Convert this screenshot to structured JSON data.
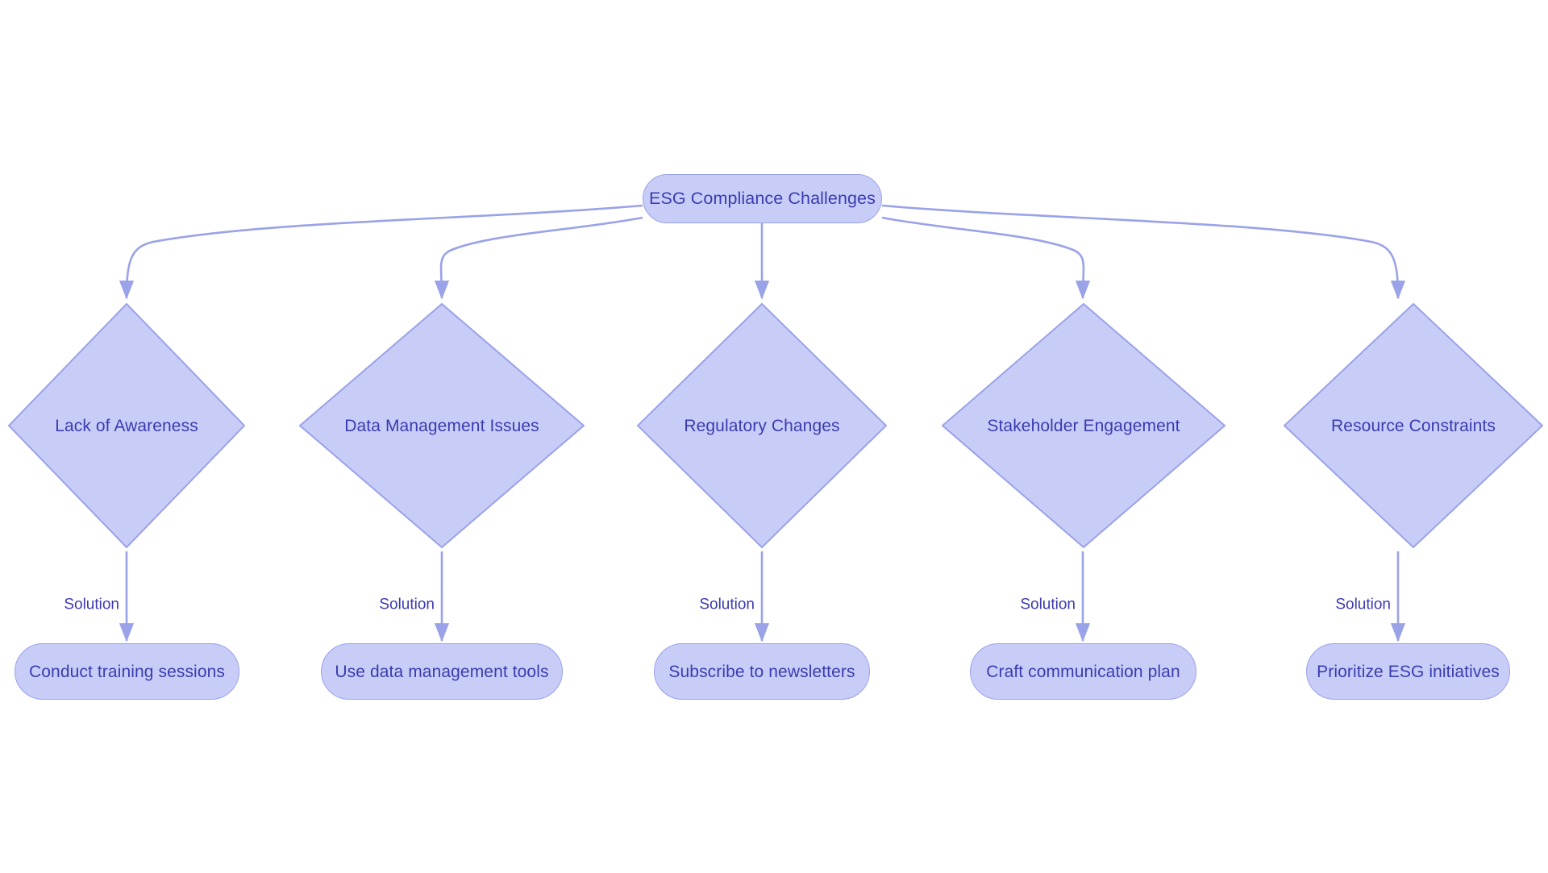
{
  "diagram": {
    "type": "flowchart",
    "title": "ESG Compliance Challenges",
    "background_color": "#ffffff",
    "node_fill_color": "#c8cdf8",
    "node_stroke_color": "#9aa2e8",
    "text_color": "#3b3bb0",
    "edge_color": "#9aa2e8"
  },
  "root": {
    "id": "esg-compliance-challenges",
    "label": "ESG Compliance Challenges",
    "shape": "stadium"
  },
  "challenges": [
    {
      "id": "lack-of-awareness",
      "label": "Lack of Awareness",
      "shape": "diamond"
    },
    {
      "id": "data-management-issues",
      "label": "Data Management Issues",
      "shape": "diamond"
    },
    {
      "id": "regulatory-changes",
      "label": "Regulatory Changes",
      "shape": "diamond"
    },
    {
      "id": "stakeholder-engagement",
      "label": "Stakeholder Engagement",
      "shape": "diamond"
    },
    {
      "id": "resource-constraints",
      "label": "Resource Constraints",
      "shape": "diamond"
    }
  ],
  "solutions": [
    {
      "id": "conduct-training-sessions",
      "label": "Conduct training sessions",
      "shape": "stadium"
    },
    {
      "id": "use-data-management-tools",
      "label": "Use data management tools",
      "shape": "stadium"
    },
    {
      "id": "subscribe-to-newsletters",
      "label": "Subscribe to newsletters",
      "shape": "stadium"
    },
    {
      "id": "craft-communication-plan",
      "label": "Craft communication plan",
      "shape": "stadium"
    },
    {
      "id": "prioritize-esg-initiatives",
      "label": "Prioritize ESG initiatives",
      "shape": "stadium"
    }
  ],
  "edge_labels": {
    "solution": "Solution"
  },
  "edges": [
    {
      "from": "esg-compliance-challenges",
      "to": "lack-of-awareness",
      "label": ""
    },
    {
      "from": "esg-compliance-challenges",
      "to": "data-management-issues",
      "label": ""
    },
    {
      "from": "esg-compliance-challenges",
      "to": "regulatory-changes",
      "label": ""
    },
    {
      "from": "esg-compliance-challenges",
      "to": "stakeholder-engagement",
      "label": ""
    },
    {
      "from": "esg-compliance-challenges",
      "to": "resource-constraints",
      "label": ""
    },
    {
      "from": "lack-of-awareness",
      "to": "conduct-training-sessions",
      "label": "Solution"
    },
    {
      "from": "data-management-issues",
      "to": "use-data-management-tools",
      "label": "Solution"
    },
    {
      "from": "regulatory-changes",
      "to": "subscribe-to-newsletters",
      "label": "Solution"
    },
    {
      "from": "stakeholder-engagement",
      "to": "craft-communication-plan",
      "label": "Solution"
    },
    {
      "from": "resource-constraints",
      "to": "prioritize-esg-initiatives",
      "label": "Solution"
    }
  ]
}
